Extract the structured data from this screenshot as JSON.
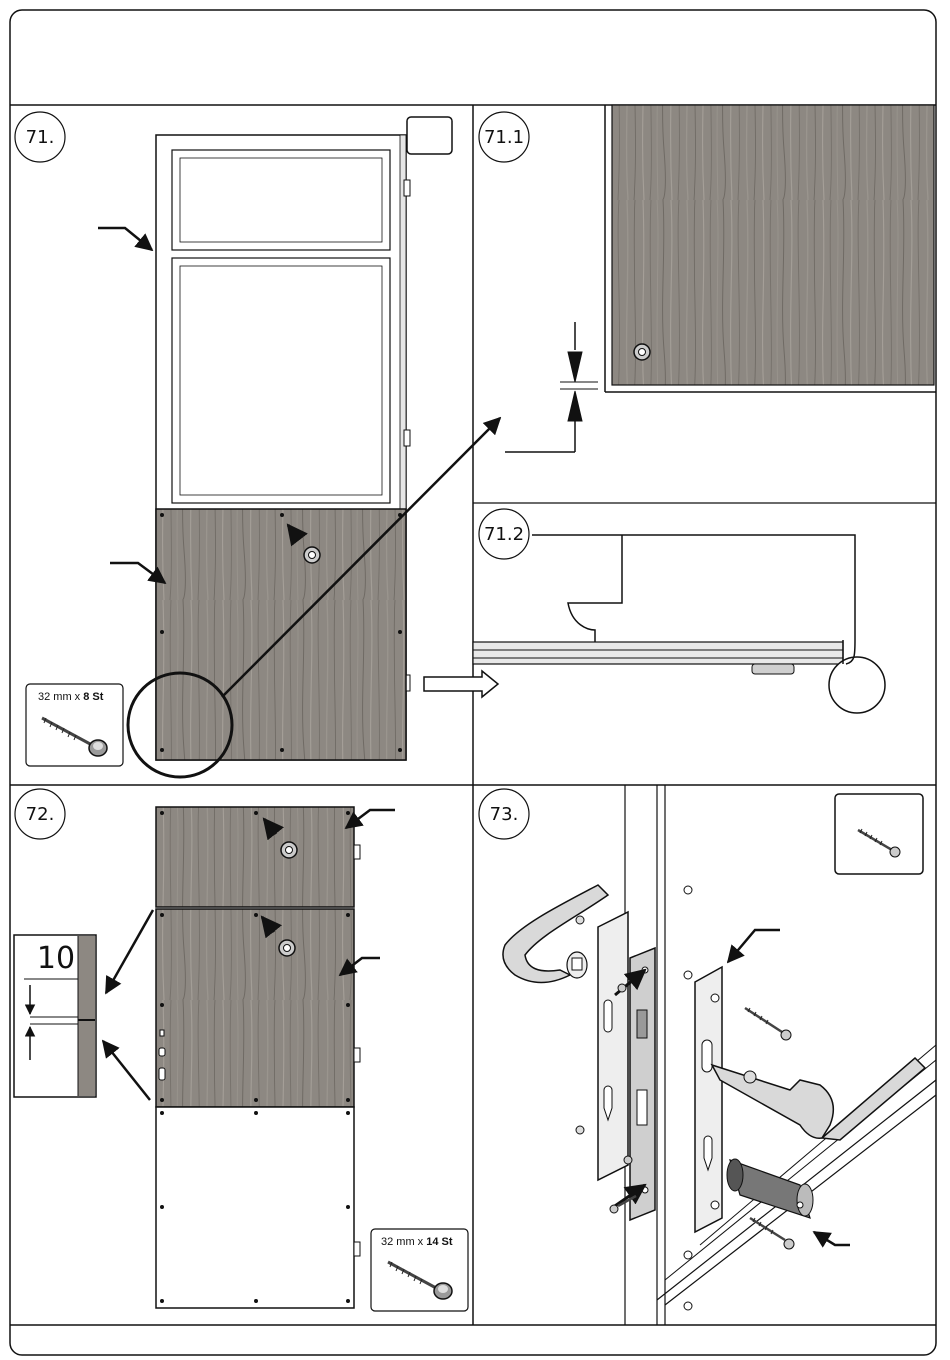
{
  "steps": {
    "s71": {
      "label": "71."
    },
    "s71_1": {
      "label": "71.1"
    },
    "s71_2": {
      "label": "71.2"
    },
    "s72": {
      "label": "72."
    },
    "s73": {
      "label": "73."
    }
  },
  "screws": {
    "s71": {
      "size": "32 mm x ",
      "count": "8 St"
    },
    "s72": {
      "size": "32 mm x ",
      "count": "14 St"
    }
  },
  "gap_detail": {
    "value": "10"
  },
  "colors": {
    "wood": "#8c8780",
    "line": "#111111",
    "frame": "#ffffff"
  }
}
